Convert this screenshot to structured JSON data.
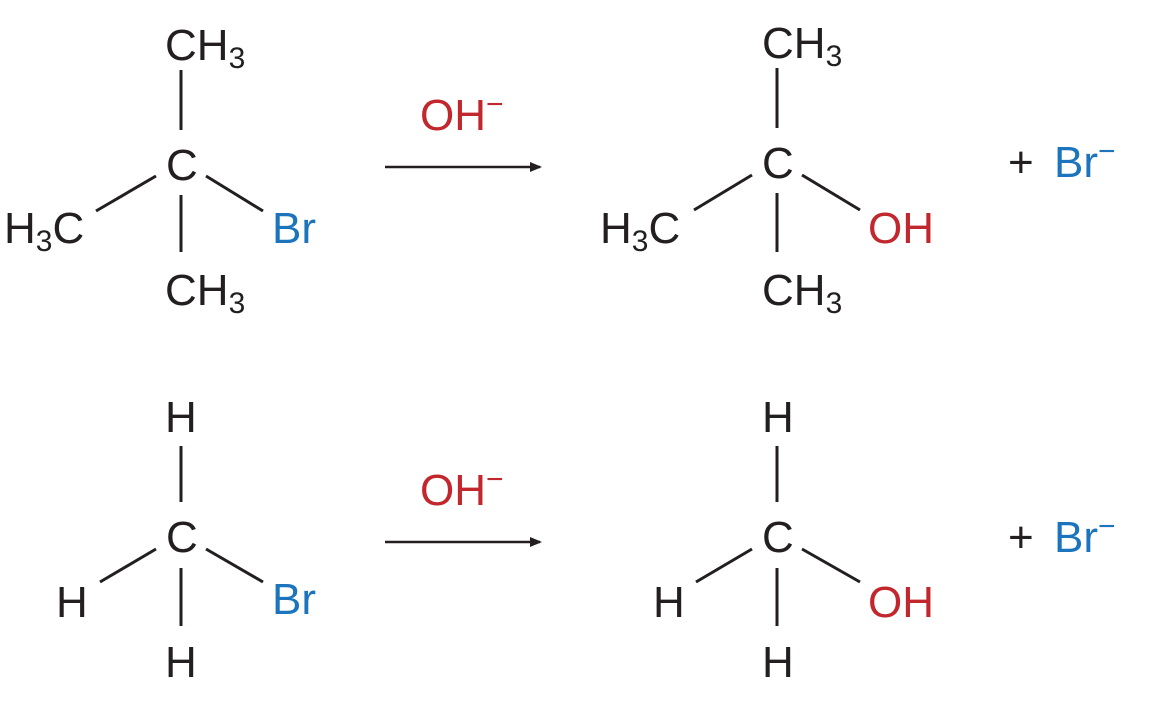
{
  "colors": {
    "ink": "#231f20",
    "reagent": "#c1272d",
    "leaving_group": "#1c75bc",
    "hydroxyl": "#c1272d"
  },
  "reactions": [
    {
      "reactant": {
        "top": "CH",
        "top_sub": "3",
        "center": "C",
        "left_pre": "H",
        "left_sub": "3",
        "left_post": "C",
        "bottom": "CH",
        "bottom_sub": "3",
        "substituent": "Br"
      },
      "reagent": {
        "text": "OH",
        "charge": "−"
      },
      "product": {
        "top": "CH",
        "top_sub": "3",
        "center": "C",
        "left_pre": "H",
        "left_sub": "3",
        "left_post": "C",
        "bottom": "CH",
        "bottom_sub": "3",
        "substituent": "OH"
      },
      "byproduct": {
        "plus": "+",
        "ion": "Br",
        "charge": "−"
      }
    },
    {
      "reactant": {
        "top": "H",
        "center": "C",
        "left": "H",
        "bottom": "H",
        "substituent": "Br"
      },
      "reagent": {
        "text": "OH",
        "charge": "−"
      },
      "product": {
        "top": "H",
        "center": "C",
        "left": "H",
        "bottom": "H",
        "substituent": "OH"
      },
      "byproduct": {
        "plus": "+",
        "ion": "Br",
        "charge": "−"
      }
    }
  ]
}
